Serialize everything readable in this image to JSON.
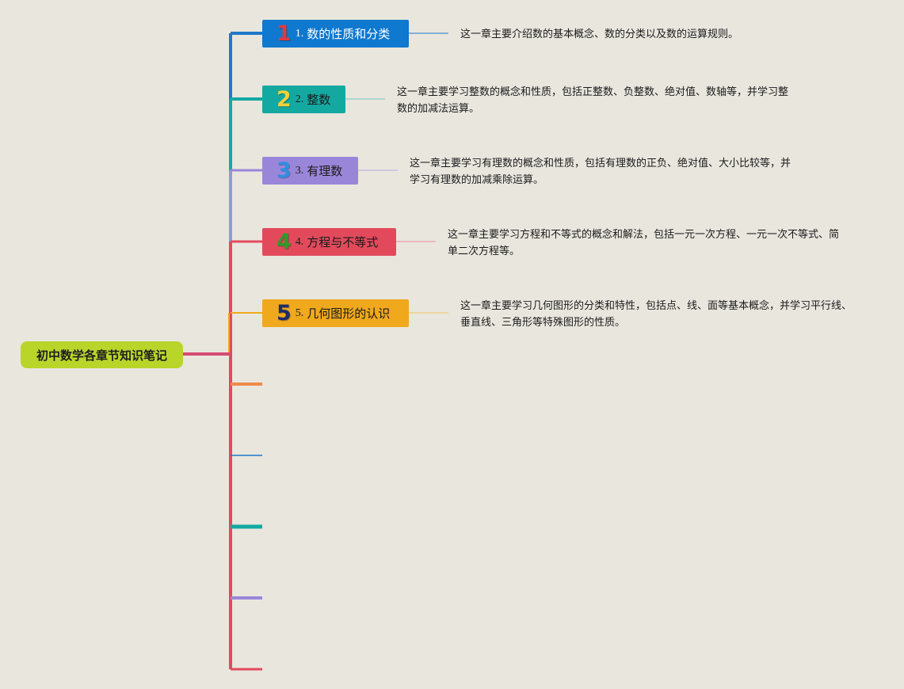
{
  "root": {
    "label": "初中数学各章节知识笔记",
    "color": "#b9d52a"
  },
  "chapters": [
    {
      "num": "1",
      "prefix": "1.",
      "title": "数的性质和分类",
      "color": "#0f78cf",
      "num_color": "#e23a3a",
      "description": "这一章主要介绍数的基本概念、数的分类以及数的运算规则。"
    },
    {
      "num": "2",
      "prefix": "2.",
      "title": "整数",
      "color": "#13a9a1",
      "num_color": "#f2d23a",
      "description": "这一章主要学习整数的概念和性质，包括正整数、负整数、绝对值、数轴等，并学习整数的加减法运算。"
    },
    {
      "num": "3",
      "prefix": "3.",
      "title": "有理数",
      "color": "#9a86d9",
      "num_color": "#2f8ee0",
      "description": "这一章主要学习有理数的概念和性质，包括有理数的正负、绝对值、大小比较等，并学习有理数的加减乘除运算。"
    },
    {
      "num": "4",
      "prefix": "4.",
      "title": "方程与不等式",
      "color": "#e24a5c",
      "num_color": "#2f9a2a",
      "description": "这一章主要学习方程和不等式的概念和解法，包括一元一次方程、一元一次不等式、简单二次方程等。"
    },
    {
      "num": "5",
      "prefix": "5.",
      "title": "几何图形的认识",
      "color": "#f0a81c",
      "num_color": "#1f2e66",
      "description": "这一章主要学习几何图形的分类和特性，包括点、线、面等基本概念，并学习平行线、垂直线、三角形等特殊图形的性质。"
    }
  ],
  "empty_branch_colors": [
    "#f08a4b",
    "#1f78c8",
    "#13a9a1",
    "#9a86d9",
    "#e24a5c"
  ]
}
